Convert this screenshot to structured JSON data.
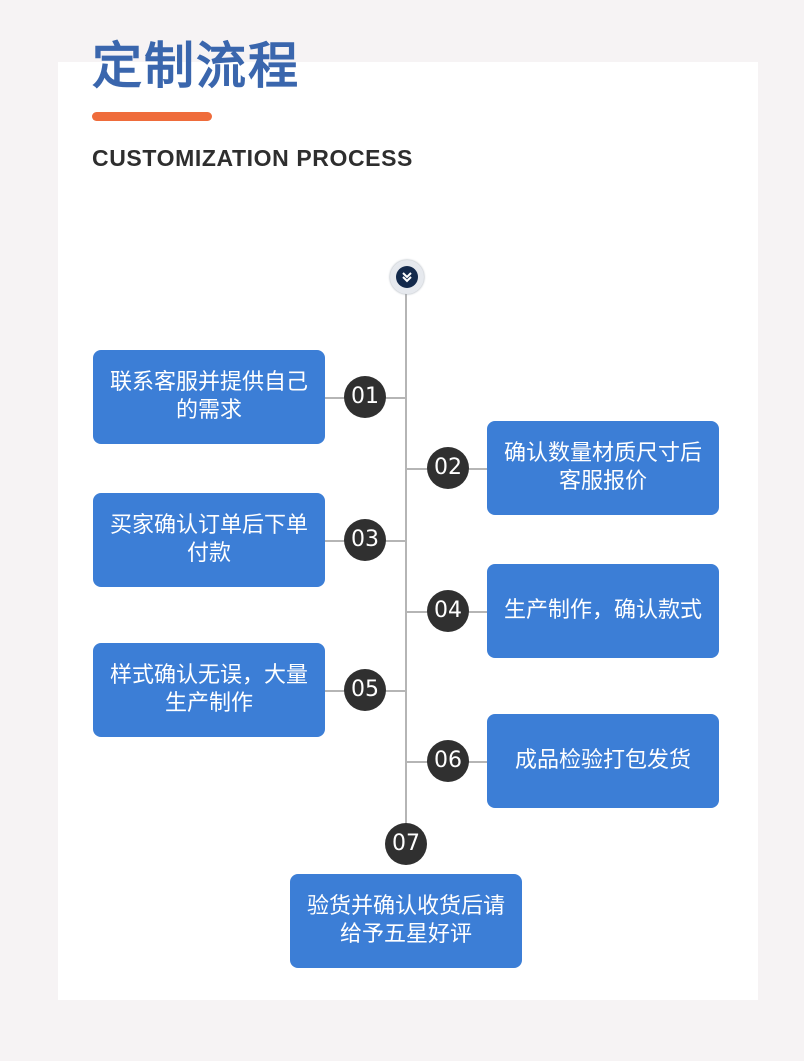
{
  "header": {
    "title": "定制流程",
    "subtitle": "CUSTOMIZATION PROCESS",
    "title_color": "#3a66ad",
    "accent_color": "#ef6c3b"
  },
  "timeline": {
    "top_icon": "double-chevron-down-icon",
    "box_color": "#3c7ed6",
    "circle_color": "#303030",
    "steps": [
      {
        "number": "01",
        "text": "联系客服并提供自己的需求"
      },
      {
        "number": "02",
        "text": "确认数量材质尺寸后客服报价"
      },
      {
        "number": "03",
        "text": "买家确认订单后下单付款"
      },
      {
        "number": "04",
        "text": "生产制作，确认款式"
      },
      {
        "number": "05",
        "text": "样式确认无误，大量生产制作"
      },
      {
        "number": "06",
        "text": "成品检验打包发货"
      },
      {
        "number": "07",
        "text": "验货并确认收货后请给予五星好评"
      }
    ]
  }
}
